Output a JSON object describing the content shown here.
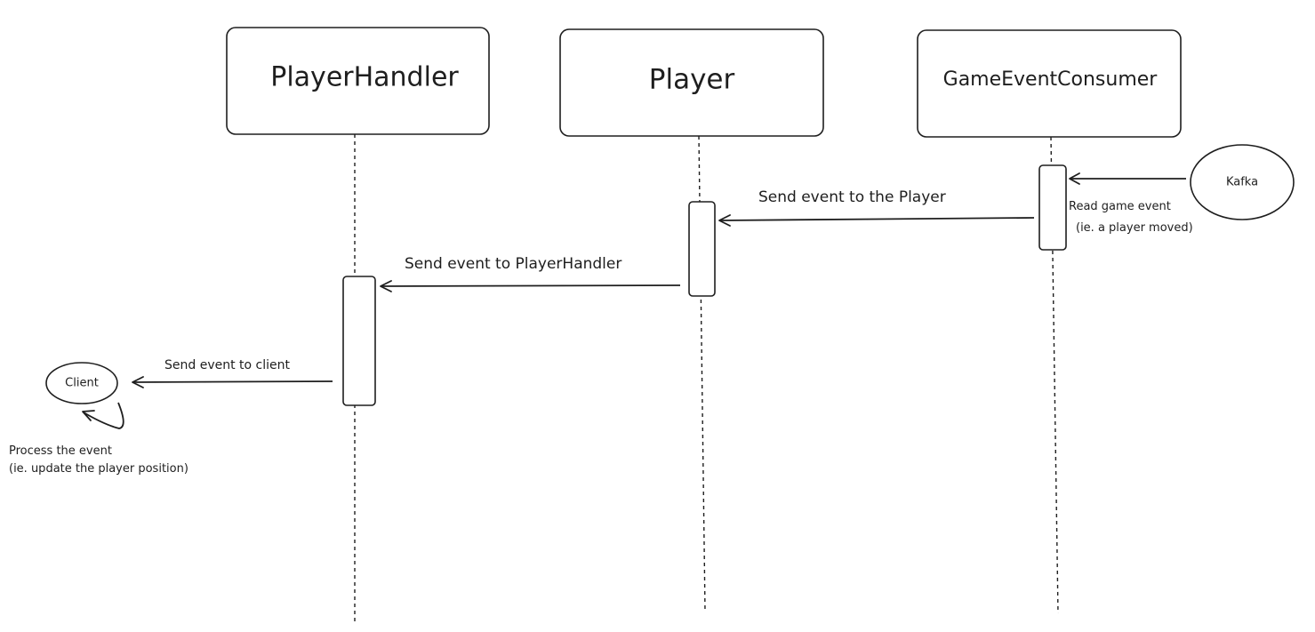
{
  "participants": [
    {
      "id": "player_handler",
      "label": "PlayerHandler"
    },
    {
      "id": "player",
      "label": "Player"
    },
    {
      "id": "game_event_consumer",
      "label": "GameEventConsumer"
    }
  ],
  "external_nodes": {
    "kafka": {
      "label": "Kafka"
    },
    "client": {
      "label": "Client"
    }
  },
  "messages": {
    "kafka_to_consumer": {
      "lines": [
        "Read game event",
        "(ie. a player moved)"
      ]
    },
    "consumer_to_player": {
      "label": "Send event to the Player"
    },
    "player_to_handler": {
      "label": "Send event to PlayerHandler"
    },
    "handler_to_client": {
      "label": "Send event to client"
    },
    "client_self": {
      "lines": [
        "Process the event",
        "(ie. update the player position)"
      ]
    }
  }
}
